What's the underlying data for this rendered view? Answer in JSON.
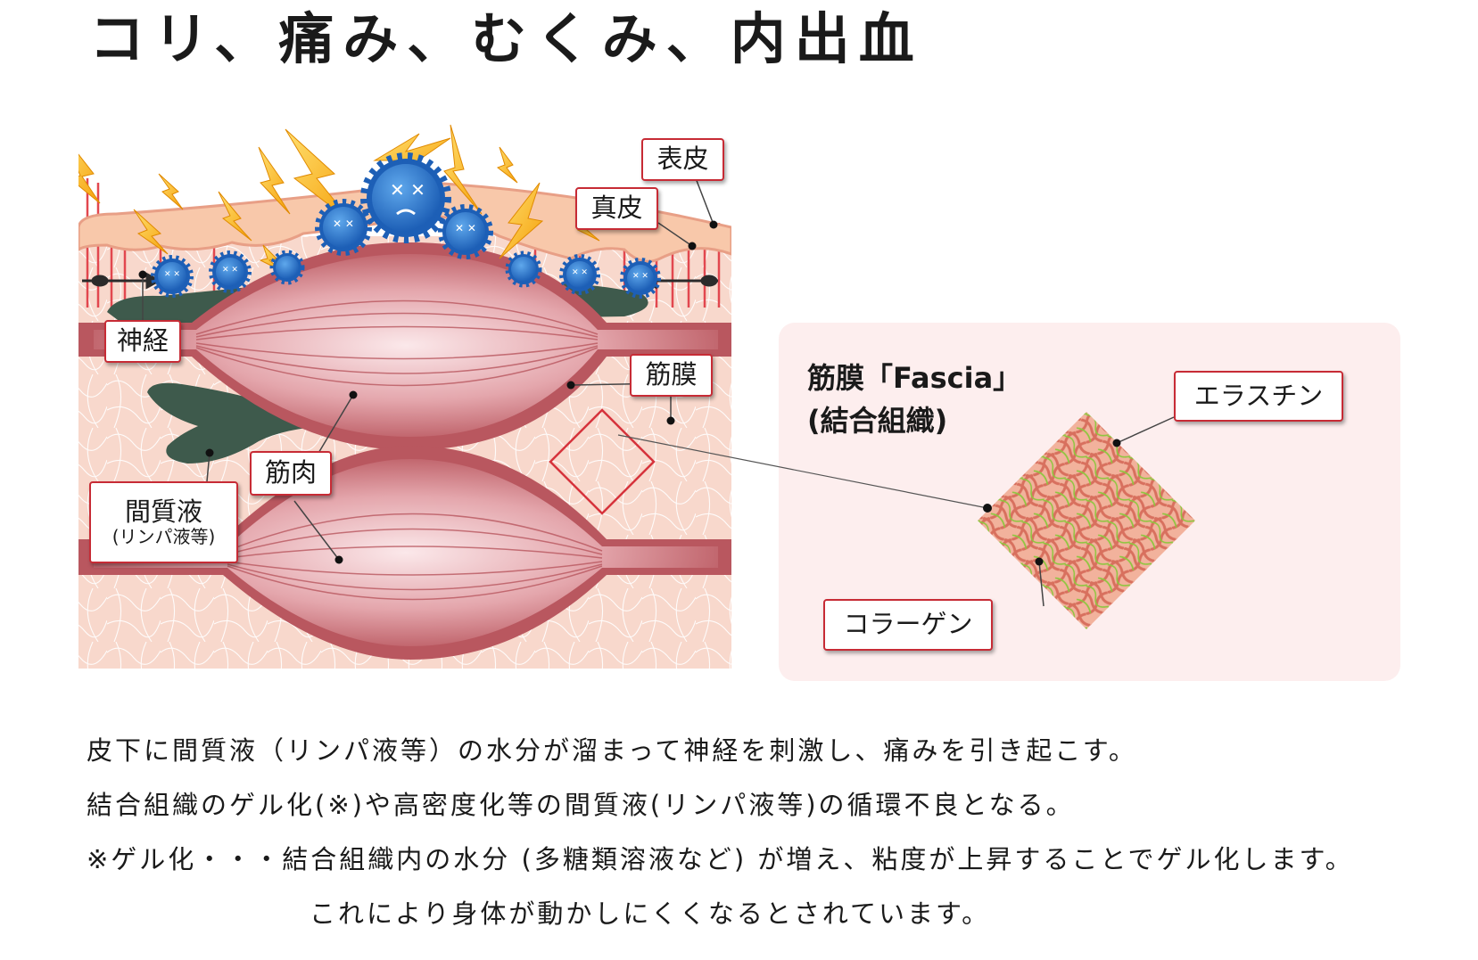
{
  "title": "コリ、痛み、むくみ、内出血",
  "labels": {
    "hyohi": "表皮",
    "shinpi": "真皮",
    "shinkei": "神経",
    "kinmaku": "筋膜",
    "kinniku": "筋肉",
    "kanshitsueki": "間質液",
    "kanshitsueki_sub": "(リンパ液等)",
    "elastin": "エラスチン",
    "collagen": "コラーゲン"
  },
  "fascia": {
    "title_line1": "筋膜「Fascia」",
    "title_line2": "(結合組織)"
  },
  "description": {
    "line1": "皮下に間質液（リンパ液等）の水分が溜まって神経を刺激し、痛みを引き起こす。",
    "line2": "結合組織のゲル化(※)や高密度化等の間質液(リンパ液等)の循環不良となる。",
    "line3": "※ゲル化・・・結合組織内の水分 (多糖類溶液など) が増え、粘度が上昇することでゲル化します。",
    "line4": "これにより身体が動かしにくくなるとされています。"
  },
  "colors": {
    "accent_red": "#c72b35",
    "muscle": "#b9575f",
    "skin": "#f8c8aa",
    "nerve_fluid": "#3e5a4c",
    "panel_bg": "#fdeeee"
  }
}
